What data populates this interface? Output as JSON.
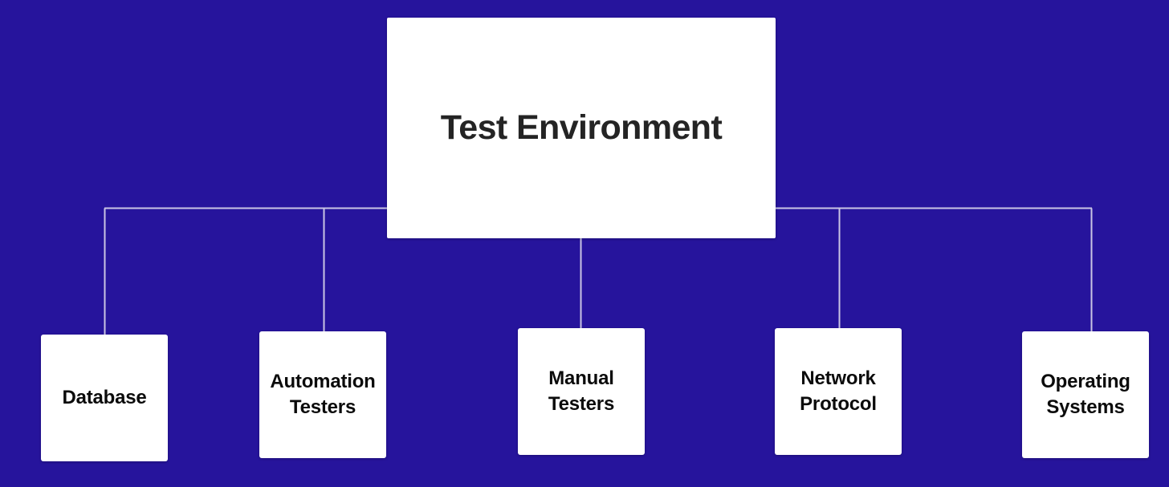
{
  "diagram": {
    "type": "tree",
    "background_color": "#26149C",
    "node_fill_color": "#FFFFFF",
    "edge_color": "#C9C5E4",
    "root": {
      "label": "Test Environment",
      "text_color": "#242424"
    },
    "children": [
      {
        "label": "Database",
        "text_color": "#0B0B0B"
      },
      {
        "label": "Automation\nTesters",
        "text_color": "#0B0B0B"
      },
      {
        "label": "Manual\nTesters",
        "text_color": "#0B0B0B"
      },
      {
        "label": "Network\nProtocol",
        "text_color": "#0B0B0B"
      },
      {
        "label": "Operating\nSystems",
        "text_color": "#0B0B0B"
      }
    ]
  }
}
